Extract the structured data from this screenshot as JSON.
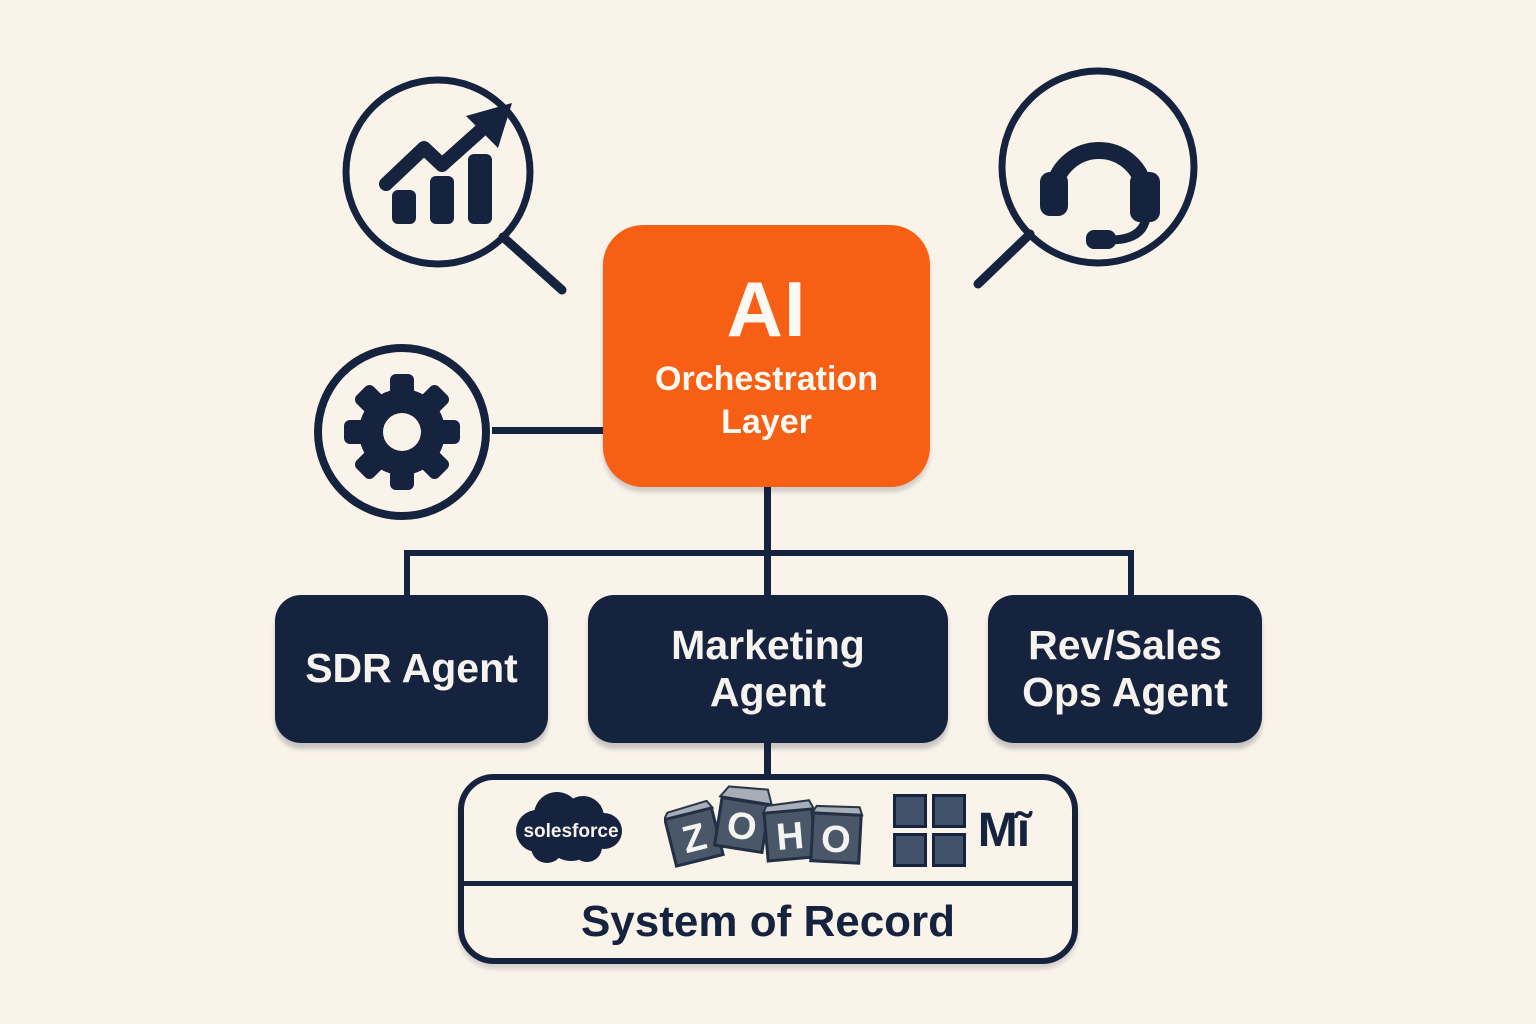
{
  "colors": {
    "background": "#FAF3EA",
    "navy": "#15233F",
    "orange": "#F75F14",
    "slate": "#42526A",
    "block_top_gray": "#A7AEB7"
  },
  "orchestrator": {
    "title": "AI",
    "subtitle": "Orchestration Layer"
  },
  "agents": [
    {
      "label": "SDR Agent"
    },
    {
      "label": "Marketing Agent"
    },
    {
      "label": "Rev/Sales Ops Agent"
    }
  ],
  "system_of_record": {
    "label": "System of Record",
    "logos": {
      "salesforce": {
        "text": "solesforce"
      },
      "zoho": {
        "letters": [
          "Z",
          "O",
          "H",
          "O"
        ]
      },
      "microsoft": {
        "text": "Mĩ"
      }
    }
  },
  "icons": {
    "top_left": "growth-chart-magnifier-icon",
    "top_right": "headset-magnifier-icon",
    "middle_left": "gear-icon"
  }
}
